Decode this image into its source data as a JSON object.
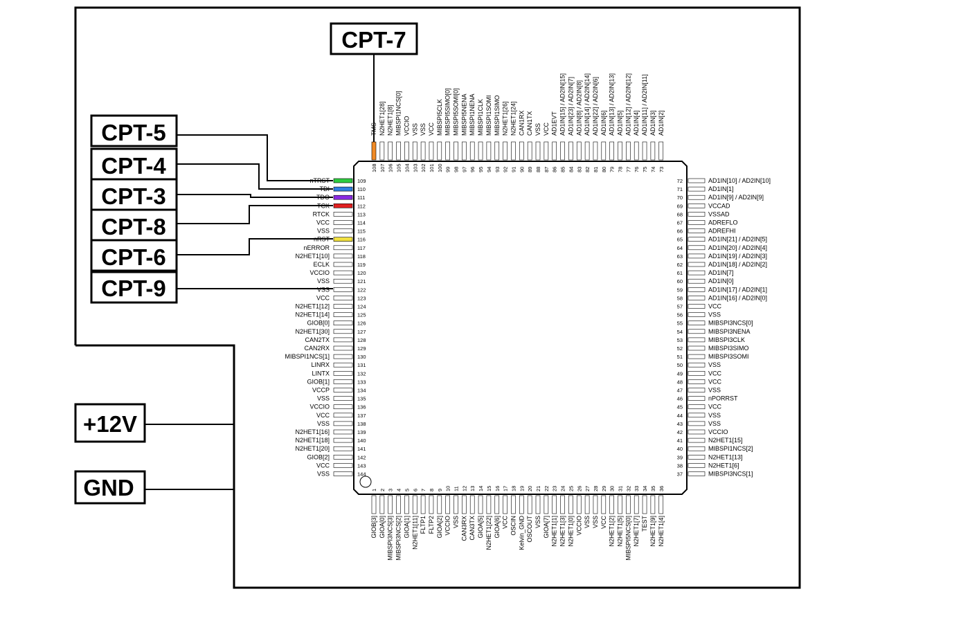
{
  "connectors": {
    "cpt7": "CPT-7",
    "cpt5": "CPT-5",
    "cpt4": "CPT-4",
    "cpt3": "CPT-3",
    "cpt8": "CPT-8",
    "cpt6": "CPT-6",
    "cpt9": "CPT-9",
    "plus12v": "+12V",
    "gnd": "GND"
  },
  "colors": {
    "line": "#000000",
    "tms": "#f08a24",
    "ntrst": "#2ecc40",
    "tdi": "#2f7fe0",
    "tdo": "#8a2be2",
    "tck": "#e02020",
    "nrst": "#f0e040",
    "pad": "#ffffff"
  },
  "pins": {
    "left": [
      {
        "num": "109",
        "name": "nTRST",
        "color": "ntrst"
      },
      {
        "num": "110",
        "name": "TDI",
        "color": "tdi"
      },
      {
        "num": "111",
        "name": "TDO",
        "color": "tdo"
      },
      {
        "num": "112",
        "name": "TCK",
        "color": "tck"
      },
      {
        "num": "113",
        "name": "RTCK"
      },
      {
        "num": "114",
        "name": "VCC"
      },
      {
        "num": "115",
        "name": "VSS"
      },
      {
        "num": "116",
        "name": "nRST",
        "color": "nrst"
      },
      {
        "num": "117",
        "name": "nERROR"
      },
      {
        "num": "118",
        "name": "N2HET1[10]"
      },
      {
        "num": "119",
        "name": "ECLK"
      },
      {
        "num": "120",
        "name": "VCCIO"
      },
      {
        "num": "121",
        "name": "VSS"
      },
      {
        "num": "122",
        "name": "VSS"
      },
      {
        "num": "123",
        "name": "VCC"
      },
      {
        "num": "124",
        "name": "N2HET1[12]"
      },
      {
        "num": "125",
        "name": "N2HET1[14]"
      },
      {
        "num": "126",
        "name": "GIOB[0]"
      },
      {
        "num": "127",
        "name": "N2HET1[30]"
      },
      {
        "num": "128",
        "name": "CAN2TX"
      },
      {
        "num": "129",
        "name": "CAN2RX"
      },
      {
        "num": "130",
        "name": "MIBSPI1NCS[1]"
      },
      {
        "num": "131",
        "name": "LINRX"
      },
      {
        "num": "132",
        "name": "LINTX"
      },
      {
        "num": "133",
        "name": "GIOB[1]"
      },
      {
        "num": "134",
        "name": "VCCP"
      },
      {
        "num": "135",
        "name": "VSS"
      },
      {
        "num": "136",
        "name": "VCCIO"
      },
      {
        "num": "137",
        "name": "VCC"
      },
      {
        "num": "138",
        "name": "VSS"
      },
      {
        "num": "139",
        "name": "N2HET1[16]"
      },
      {
        "num": "140",
        "name": "N2HET1[18]"
      },
      {
        "num": "141",
        "name": "N2HET1[20]"
      },
      {
        "num": "142",
        "name": "GIOB[2]"
      },
      {
        "num": "143",
        "name": "VCC"
      },
      {
        "num": "144",
        "name": "VSS"
      }
    ],
    "right": [
      {
        "num": "72",
        "name": "AD1IN[10] / AD2IN[10]"
      },
      {
        "num": "71",
        "name": "AD1IN[1]"
      },
      {
        "num": "70",
        "name": "AD1IN[9] / AD2IN[9]"
      },
      {
        "num": "69",
        "name": "VCCAD"
      },
      {
        "num": "68",
        "name": "VSSAD"
      },
      {
        "num": "67",
        "name": "ADREFLO"
      },
      {
        "num": "66",
        "name": "ADREFHI"
      },
      {
        "num": "65",
        "name": "AD1IN[21] / AD2IN[5]"
      },
      {
        "num": "64",
        "name": "AD1IN[20] / AD2IN[4]"
      },
      {
        "num": "63",
        "name": "AD1IN[19] / AD2IN[3]"
      },
      {
        "num": "62",
        "name": "AD1IN[18] / AD2IN[2]"
      },
      {
        "num": "61",
        "name": "AD1IN[7]"
      },
      {
        "num": "60",
        "name": "AD1IN[0]"
      },
      {
        "num": "59",
        "name": "AD1IN[17] / AD2IN[1]"
      },
      {
        "num": "58",
        "name": "AD1IN[16] / AD2IN[0]"
      },
      {
        "num": "57",
        "name": "VCC"
      },
      {
        "num": "56",
        "name": "VSS"
      },
      {
        "num": "55",
        "name": "MIBSPI3NCS[0]"
      },
      {
        "num": "54",
        "name": "MIBSPI3NENA"
      },
      {
        "num": "53",
        "name": "MIBSPI3CLK"
      },
      {
        "num": "52",
        "name": "MIBSPI3SIMO"
      },
      {
        "num": "51",
        "name": "MIBSPI3SOMI"
      },
      {
        "num": "50",
        "name": "VSS"
      },
      {
        "num": "49",
        "name": "VCC"
      },
      {
        "num": "48",
        "name": "VCC"
      },
      {
        "num": "47",
        "name": "VSS"
      },
      {
        "num": "46",
        "name": "nPORRST"
      },
      {
        "num": "45",
        "name": "VCC"
      },
      {
        "num": "44",
        "name": "VSS"
      },
      {
        "num": "43",
        "name": "VSS"
      },
      {
        "num": "42",
        "name": "VCCIO"
      },
      {
        "num": "41",
        "name": "N2HET1[15]"
      },
      {
        "num": "40",
        "name": "MIBSPI1NCS[2]"
      },
      {
        "num": "39",
        "name": "N2HET1[13]"
      },
      {
        "num": "38",
        "name": "N2HET1[6]"
      },
      {
        "num": "37",
        "name": "MIBSPI3NCS[1]"
      }
    ],
    "top": [
      {
        "num": "108",
        "name": "TMS",
        "color": "tms"
      },
      {
        "num": "107",
        "name": "N2HET1[28]"
      },
      {
        "num": "106",
        "name": "N2HET1[8]"
      },
      {
        "num": "105",
        "name": "MIBSPI1NCS[0]"
      },
      {
        "num": "104",
        "name": "VCCIO"
      },
      {
        "num": "103",
        "name": "VSS"
      },
      {
        "num": "102",
        "name": "VSS"
      },
      {
        "num": "101",
        "name": "VCC"
      },
      {
        "num": "100",
        "name": "MIBSPI5CLK"
      },
      {
        "num": "99",
        "name": "MIBSPI5SIMO[0]"
      },
      {
        "num": "98",
        "name": "MIBSPI5SOMI[0]"
      },
      {
        "num": "97",
        "name": "MIBSPI5NENA"
      },
      {
        "num": "96",
        "name": "MIBSPI1NENA"
      },
      {
        "num": "95",
        "name": "MIBSPI1CLK"
      },
      {
        "num": "94",
        "name": "MIBSPI1SOMI"
      },
      {
        "num": "93",
        "name": "MIBSPI1SIMO"
      },
      {
        "num": "92",
        "name": "N2HET1[26]"
      },
      {
        "num": "91",
        "name": "N2HET1[24]"
      },
      {
        "num": "90",
        "name": "CAN1RX"
      },
      {
        "num": "89",
        "name": "CAN1TX"
      },
      {
        "num": "88",
        "name": "VSS"
      },
      {
        "num": "87",
        "name": "VCC"
      },
      {
        "num": "86",
        "name": "AD1EVT"
      },
      {
        "num": "85",
        "name": "AD1IN[15] / AD2IN[15]"
      },
      {
        "num": "84",
        "name": "AD1IN[23] / AD2IN[7]"
      },
      {
        "num": "83",
        "name": "AD1IN[8] / AD2IN[8]"
      },
      {
        "num": "82",
        "name": "AD1IN[14] / AD2IN[14]"
      },
      {
        "num": "81",
        "name": "AD1IN[22] / AD2IN[6]"
      },
      {
        "num": "80",
        "name": "AD1IN[6]"
      },
      {
        "num": "79",
        "name": "AD1IN[13] / AD2IN[13]"
      },
      {
        "num": "78",
        "name": "AD1IN[5]"
      },
      {
        "num": "77",
        "name": "AD1IN[12] / AD2IN[12]"
      },
      {
        "num": "76",
        "name": "AD1IN[4]"
      },
      {
        "num": "75",
        "name": "AD1IN[11] / AD2IN[11]"
      },
      {
        "num": "74",
        "name": "AD1IN[3]"
      },
      {
        "num": "73",
        "name": "AD1IN[2]"
      }
    ],
    "bottom": [
      {
        "num": "1",
        "name": "GIOB[3]"
      },
      {
        "num": "2",
        "name": "GIOA[0]"
      },
      {
        "num": "3",
        "name": "MIBSPI3NCS[3]"
      },
      {
        "num": "4",
        "name": "MIBSPI3NCS[2]"
      },
      {
        "num": "5",
        "name": "GIOA[1]"
      },
      {
        "num": "6",
        "name": "N2HET1[11]"
      },
      {
        "num": "7",
        "name": "FLTP1"
      },
      {
        "num": "8",
        "name": "FLTP2"
      },
      {
        "num": "9",
        "name": "GIOA[2]"
      },
      {
        "num": "10",
        "name": "VCCIO"
      },
      {
        "num": "11",
        "name": "VSS"
      },
      {
        "num": "12",
        "name": "CAN3RX"
      },
      {
        "num": "13",
        "name": "CAN3TX"
      },
      {
        "num": "14",
        "name": "GIOA[5]"
      },
      {
        "num": "15",
        "name": "N2HET1[22]"
      },
      {
        "num": "16",
        "name": "GIOA[6]"
      },
      {
        "num": "17",
        "name": "VCC"
      },
      {
        "num": "18",
        "name": "OSCIN"
      },
      {
        "num": "19",
        "name": "Kelvin_GND"
      },
      {
        "num": "20",
        "name": "OSCOUT"
      },
      {
        "num": "21",
        "name": "VSS"
      },
      {
        "num": "22",
        "name": "GIOA[7]"
      },
      {
        "num": "23",
        "name": "N2HET1[1]"
      },
      {
        "num": "24",
        "name": "N2HET1[3]"
      },
      {
        "num": "25",
        "name": "N2HET1[0]"
      },
      {
        "num": "26",
        "name": "VCCIO"
      },
      {
        "num": "27",
        "name": "VSS"
      },
      {
        "num": "28",
        "name": "VSS"
      },
      {
        "num": "29",
        "name": "VCC"
      },
      {
        "num": "30",
        "name": "N2HET1[2]"
      },
      {
        "num": "31",
        "name": "N2HET1[5]"
      },
      {
        "num": "32",
        "name": "MIBSPI5NCS[0]"
      },
      {
        "num": "33",
        "name": "N2HET1[7]"
      },
      {
        "num": "34",
        "name": "TEST"
      },
      {
        "num": "35",
        "name": "N2HET1[9]"
      },
      {
        "num": "36",
        "name": "N2HET1[4]"
      }
    ]
  }
}
